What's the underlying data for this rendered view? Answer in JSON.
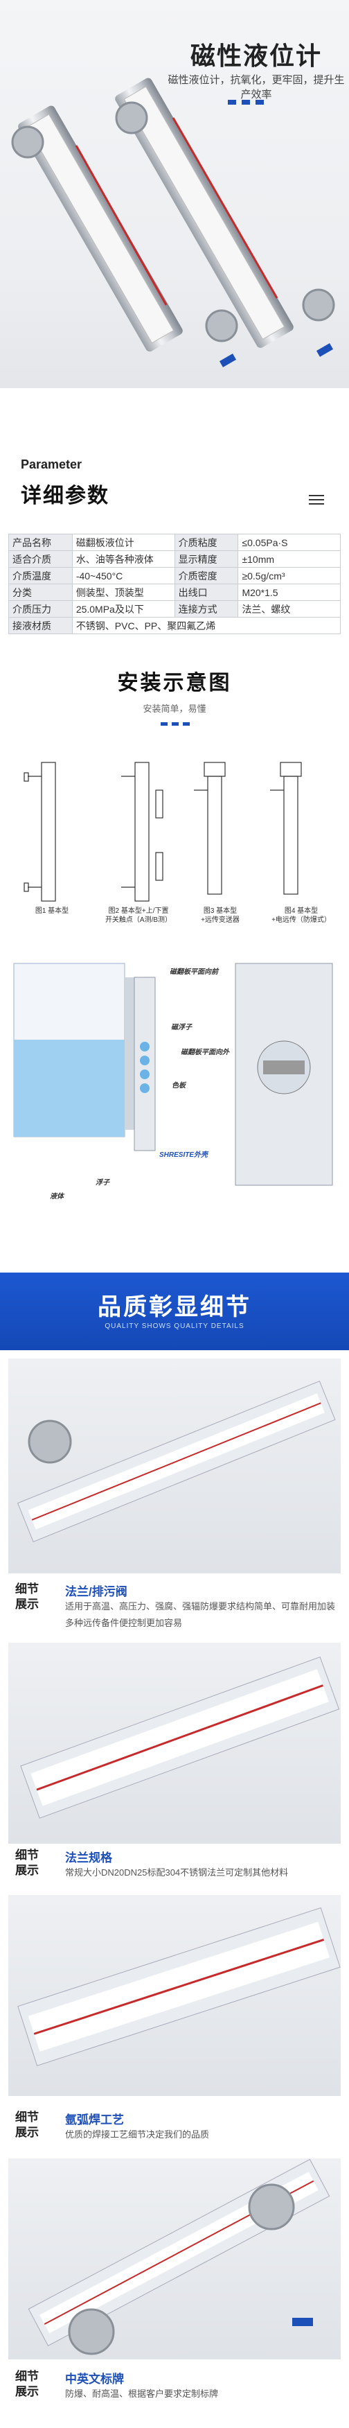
{
  "hero": {
    "title": "磁性液位计",
    "subtitle": "磁性液位计，抗氧化，更牢固，提升生产效率"
  },
  "parameter": {
    "en_title": "Parameter",
    "zh_title": "详细参数",
    "rows": [
      {
        "k1": "产品名称",
        "v1": "磁翻板液位计",
        "k2": "介质粘度",
        "v2": "≤0.05Pa·S"
      },
      {
        "k1": "适合介质",
        "v1": "水、油等各种液体",
        "k2": "显示精度",
        "v2": "±10mm"
      },
      {
        "k1": "介质温度",
        "v1": "-40~450°C",
        "k2": "介质密度",
        "v2": "≥0.5g/cm³"
      },
      {
        "k1": "分类",
        "v1": "侧装型、顶装型",
        "k2": "出线口",
        "v2": "M20*1.5"
      },
      {
        "k1": "介质压力",
        "v1": "25.0MPa及以下",
        "k2": "连接方式",
        "v2": "法兰、螺纹"
      },
      {
        "k1": "接液材质",
        "v1": "不锈钢、PVC、PP、聚四氟乙烯",
        "k2": "",
        "v2": ""
      }
    ]
  },
  "install": {
    "title": "安装示意图",
    "subtitle": "安装简单，易懂",
    "captions": [
      "图1 基本型",
      "图2 基本型+上/下置\n开关触点（A测/B测）",
      "图3 基本型\n+远传变送器",
      "图4 基本型\n+电远传（防爆式）"
    ],
    "labels": {
      "top": "磁翻板平面向前",
      "float": "磁浮子",
      "tube": "色板",
      "side": "磁翻板平面向外",
      "liquid": "液体",
      "flow": "浮子",
      "brand": "SHRESITE外壳"
    }
  },
  "details": {
    "title": "品质彰显细节",
    "subtitle": "QUALITY SHOWS QUALITY DETAILS",
    "label": "细节\n展示",
    "items": [
      {
        "title": "法兰/排污阀",
        "desc": "适用于高温、高压力、强腐、强辐防爆要求结构简单、可靠耐用加装多种远传备件便控制更加容易"
      },
      {
        "title": "法兰规格",
        "desc": "常规大小DN20DN25标配304不锈钢法兰可定制其他材料"
      },
      {
        "title": "氩弧焊工艺",
        "desc": "优质的焊接工艺细节决定我们的品质"
      },
      {
        "title": "中英文标牌",
        "desc": "防爆、耐高温、根据客户要求定制标牌"
      }
    ]
  },
  "colors": {
    "accent": "#1d4fb8",
    "scale_red": "#c62a2a"
  }
}
